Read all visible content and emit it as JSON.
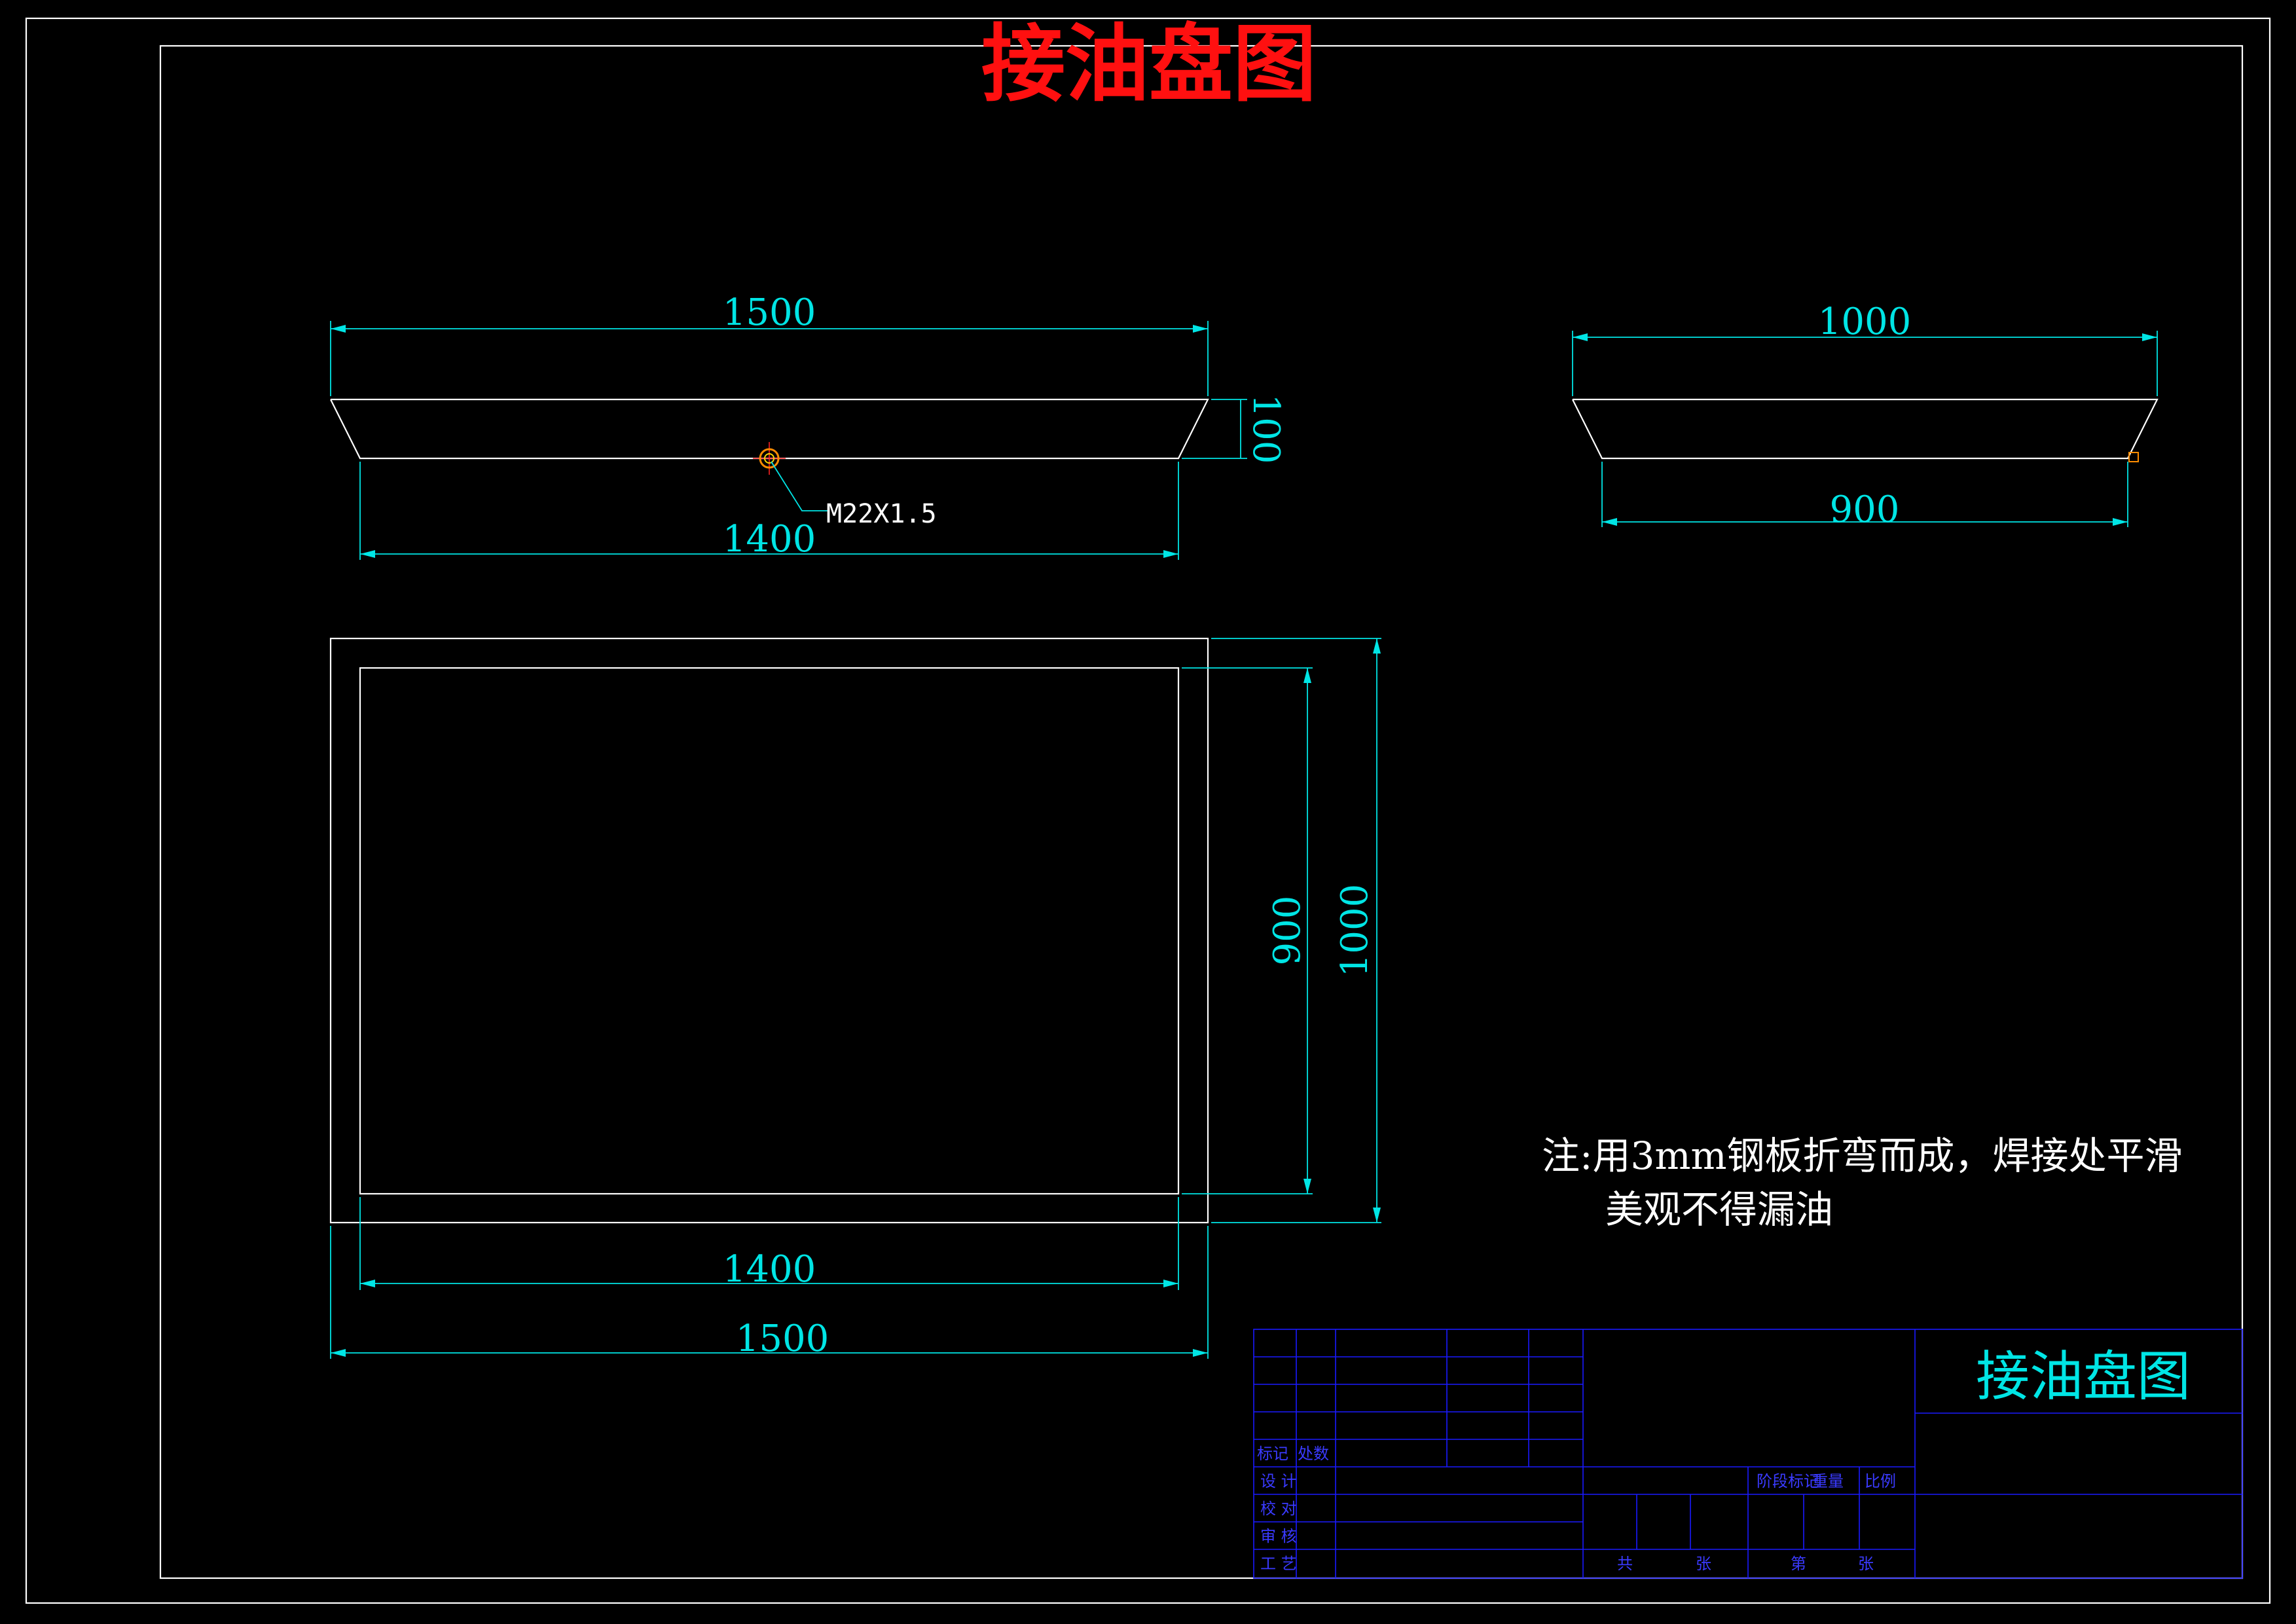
{
  "drawing": {
    "title": "接油盘图",
    "front_view": {
      "top_width": "1500",
      "bottom_width": "1400",
      "height": "100",
      "thread_label": "M22X1.5"
    },
    "side_view": {
      "top_width": "1000",
      "bottom_width": "900"
    },
    "top_view": {
      "inner_width": "1400",
      "outer_width": "1500",
      "inner_height": "900",
      "outer_height": "1000"
    },
    "note_line1": "注:用3mm钢板折弯而成，焊接处平滑",
    "note_line2": "美观不得漏油"
  },
  "title_block": {
    "drawing_name": "接油盘图",
    "mark_label": "标记",
    "count_label": "处数",
    "design_label": "设  计",
    "check_label": "校  对",
    "review_label": "审  核",
    "process_label": "工  艺",
    "stage_label": "阶段标记",
    "weight_label": "重量",
    "scale_label": "比例",
    "total_label": "共",
    "sheet_label": "张",
    "page_label": "第",
    "page_label2": "张"
  },
  "colors": {
    "background": "#000000",
    "outline": "#ffffff",
    "dimension": "#00e5e5",
    "title": "#ff1010",
    "table_lines": "#1a1aff",
    "thread_mark": "#ff8c00"
  }
}
